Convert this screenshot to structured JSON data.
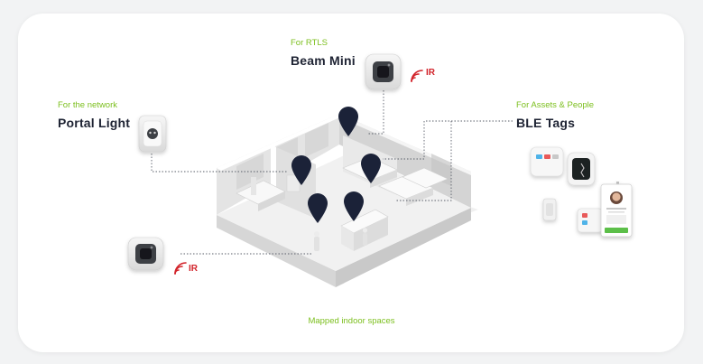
{
  "beam_mini": {
    "subtitle": "For RTLS",
    "title": "Beam Mini",
    "ir_label": "IR"
  },
  "portal_light": {
    "subtitle": "For the network",
    "title": "Portal Light"
  },
  "ble_tags": {
    "subtitle": "For Assets & People",
    "title": "BLE Tags"
  },
  "floor_beacon": {
    "ir_label": "IR"
  },
  "caption": "Mapped indoor spaces",
  "colors": {
    "accent_green": "#7cbf1e",
    "title_dark": "#1e2333",
    "ir_red": "#d2232a",
    "pin_navy": "#1b2238"
  }
}
